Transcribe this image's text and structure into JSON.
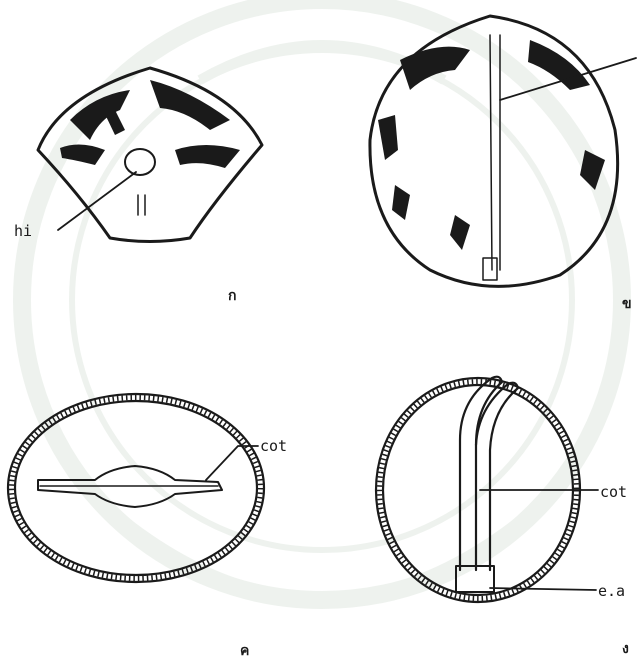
{
  "colors": {
    "ink": "#1a1a1a",
    "paper": "#ffffff",
    "watermark": "#cfdccf"
  },
  "panels": {
    "a": {
      "label": "ก",
      "callouts": [
        {
          "text": "hi"
        }
      ]
    },
    "b": {
      "label": "ข",
      "callouts": []
    },
    "c": {
      "label": "ค",
      "callouts": [
        {
          "text": "cot"
        }
      ]
    },
    "d": {
      "label": "ง",
      "callouts": [
        {
          "text": "cot"
        },
        {
          "text": "e.a"
        }
      ]
    }
  },
  "watermark": {
    "icon": "university-seal-watermark"
  }
}
